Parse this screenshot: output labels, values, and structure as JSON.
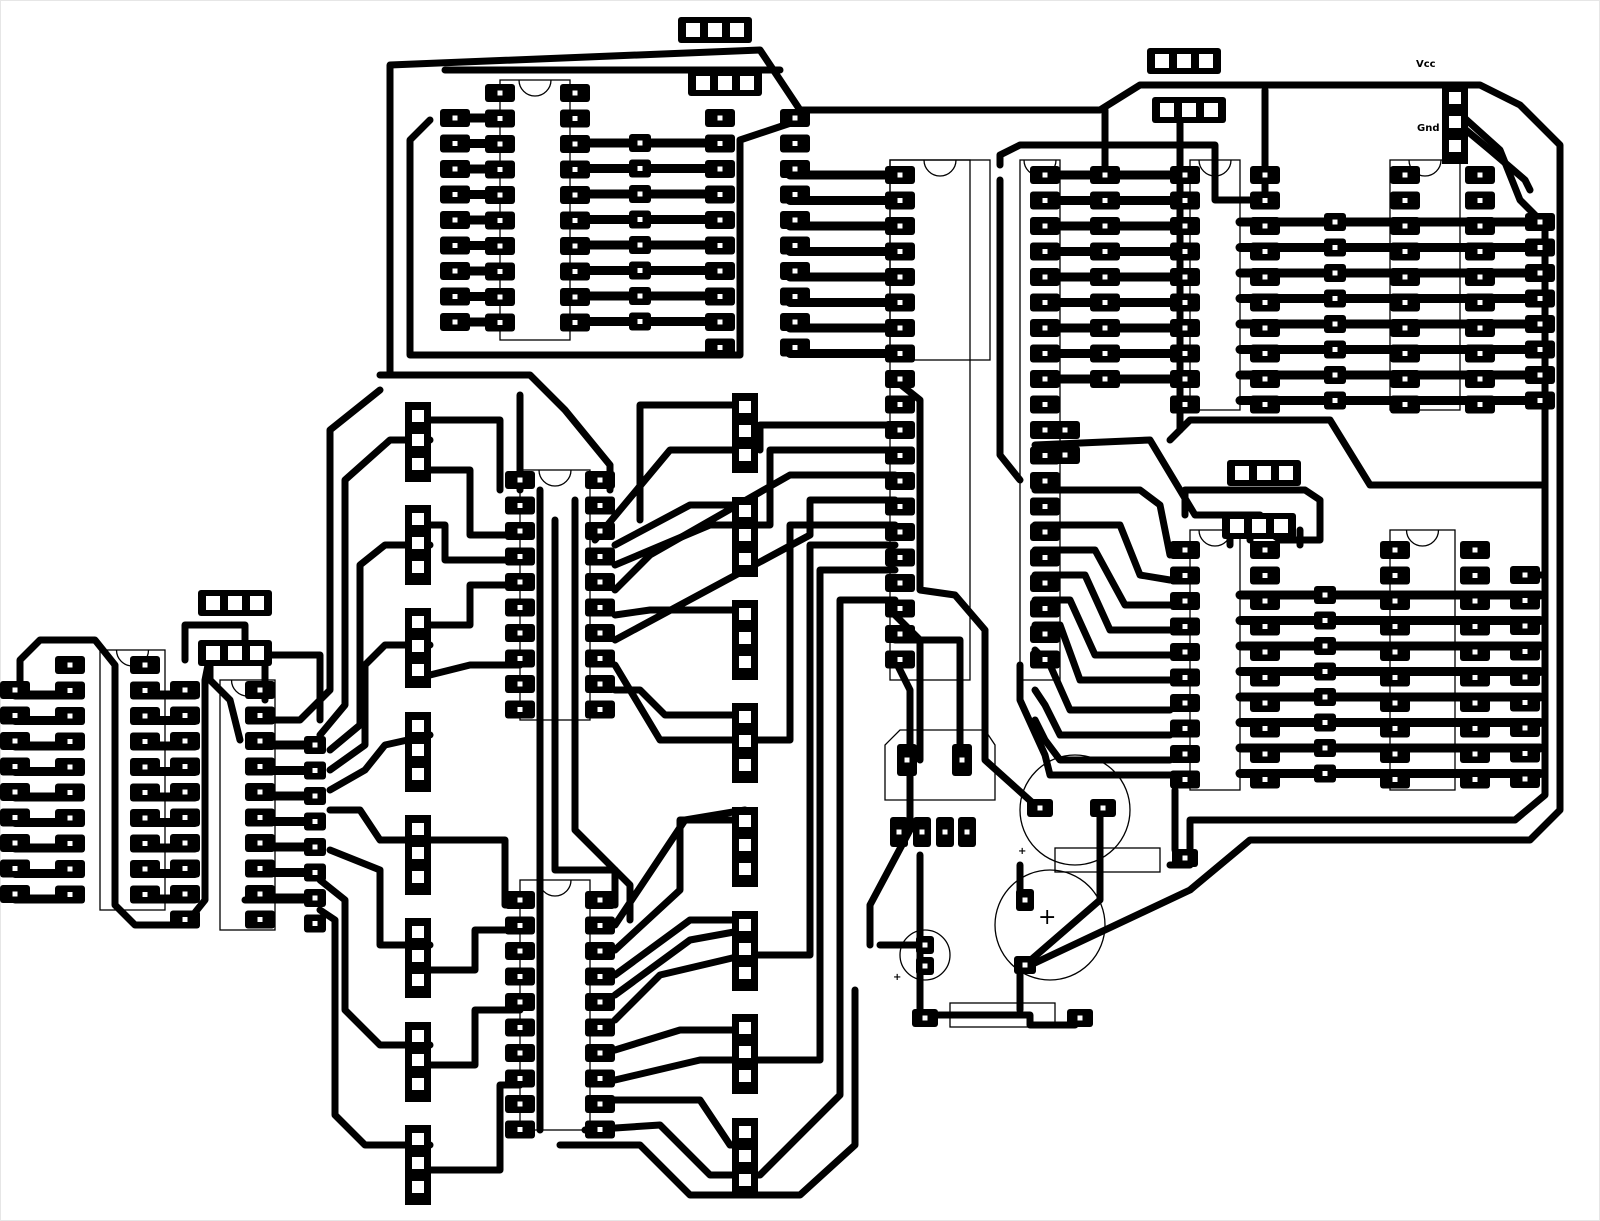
{
  "labels": {
    "vcc": "Vcc",
    "gnd": "Gnd",
    "plus": "+"
  },
  "colors": {
    "copper": "#000000",
    "background": "#ffffff",
    "silkscreen": "#000000"
  },
  "icons": {
    "pad": "rounded-rect-pad",
    "ic": "dip-ic-outline",
    "capacitor": "electrolytic-capacitor-circle",
    "header": "three-pin-header"
  }
}
